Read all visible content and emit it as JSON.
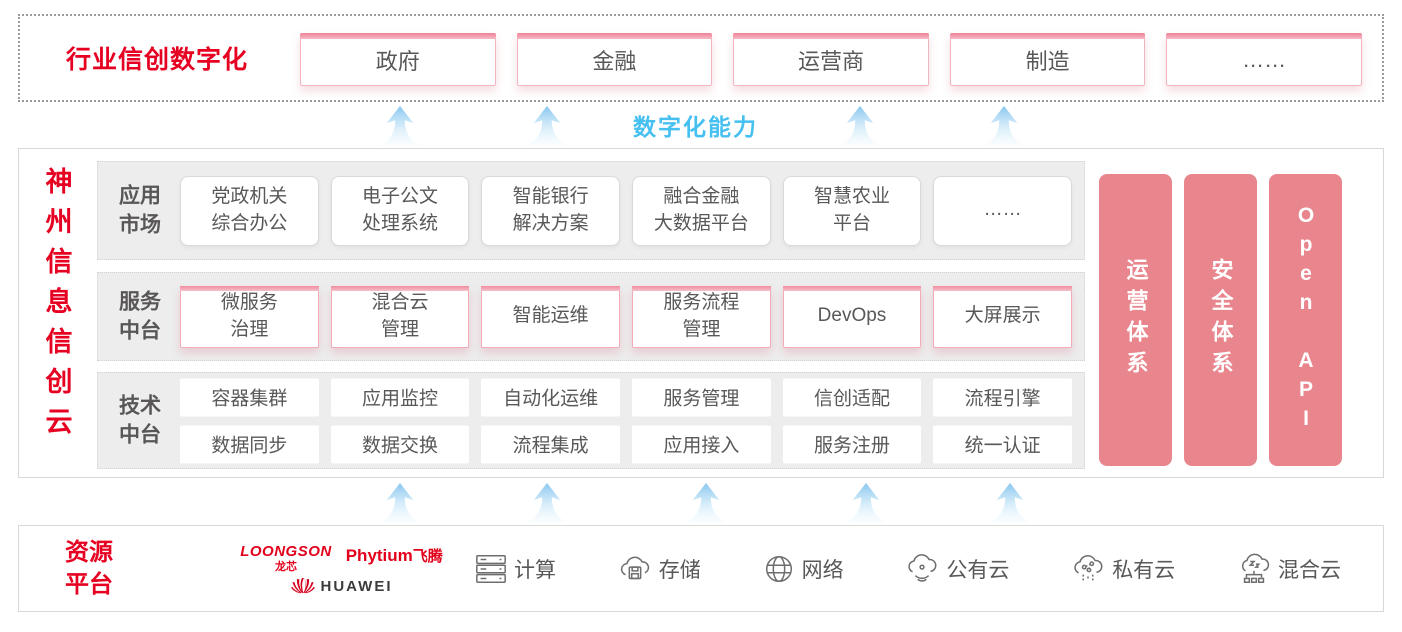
{
  "top": {
    "title": "行业信创数字化",
    "industries": [
      "政府",
      "金融",
      "运营商",
      "制造",
      "……"
    ]
  },
  "capability_label": "数字化能力",
  "platform": {
    "vertical_title": "神州信息信创云",
    "app_row": {
      "label": "应用\n市场",
      "items": [
        [
          "党政机关",
          "综合办公"
        ],
        [
          "电子公文",
          "处理系统"
        ],
        [
          "智能银行",
          "解决方案"
        ],
        [
          "融合金融",
          "大数据平台"
        ],
        [
          "智慧农业",
          "平台"
        ],
        [
          "……"
        ]
      ]
    },
    "service_row": {
      "label": "服务\n中台",
      "items": [
        [
          "微服务",
          "治理"
        ],
        [
          "混合云",
          "管理"
        ],
        [
          "智能运维"
        ],
        [
          "服务流程",
          "管理"
        ],
        [
          "DevOps"
        ],
        [
          "大屏展示"
        ]
      ]
    },
    "tech_row": {
      "label": "技术\n中台",
      "items_row1": [
        "容器集群",
        "应用监控",
        "自动化运维",
        "服务管理",
        "信创适配",
        "流程引擎"
      ],
      "items_row2": [
        "数据同步",
        "数据交换",
        "流程集成",
        "应用接入",
        "服务注册",
        "统一认证"
      ]
    },
    "side_bars": [
      "运营体系",
      "安全体系",
      "Open API"
    ]
  },
  "resources": {
    "title": "资源\n平台",
    "vendors": {
      "loongson_en": "LOONGSON",
      "loongson_cn": "龙芯",
      "phytium_en": "Phytium",
      "phytium_cn": "飞腾",
      "huawei": "HUAWEI"
    },
    "items": [
      {
        "icon": "compute-server-icon",
        "label": "计算"
      },
      {
        "icon": "storage-cloud-icon",
        "label": "存储"
      },
      {
        "icon": "network-globe-icon",
        "label": "网络"
      },
      {
        "icon": "public-cloud-icon",
        "label": "公有云"
      },
      {
        "icon": "private-cloud-icon",
        "label": "私有云"
      },
      {
        "icon": "hybrid-cloud-icon",
        "label": "混合云"
      }
    ]
  },
  "colors": {
    "brand_red": "#e60021",
    "side_bar_pink": "#e9868d",
    "capability_blue": "#45c0f1",
    "box_text_gray": "#595757"
  }
}
